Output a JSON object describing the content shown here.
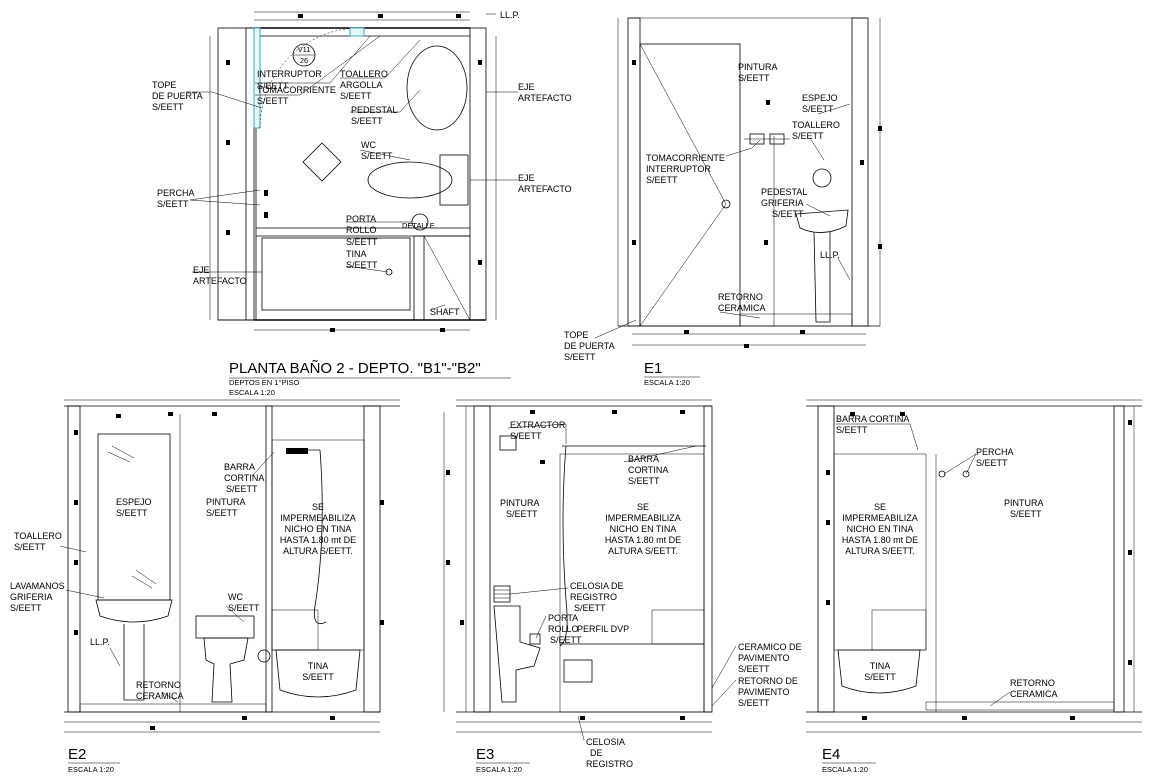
{
  "drawing": {
    "plan": {
      "title": "PLANTA BAÑO 2 - DEPTO. \"B1\"-\"B2\"",
      "subtitle1": "DEPTOS EN 1°PISO",
      "subtitle2": "ESCALA 1:20",
      "tag_top": "V11",
      "tag_bottom": "26",
      "labels": {
        "llp": "LL.P.",
        "tope1": "TOPE",
        "tope2": "DE PUERTA",
        "tope3": "S/EETT",
        "interruptor1": "INTERRUPTOR",
        "interruptor2": "S/EETT",
        "tomacorriente1": "TOMACORRIENTE",
        "tomacorriente2": "S/EETT",
        "toallero1": "TOALLERO",
        "toallero2": "ARGOLLA",
        "toallero3": "S/EETT",
        "pedestal1": "PEDESTAL",
        "pedestal2": "S/EETT",
        "eje1a": "EJE",
        "eje1b": "ARTEFACTO",
        "wc1": "WC",
        "wc2": "S/EETT",
        "eje2a": "EJE",
        "eje2b": "ARTEFACTO",
        "percha1": "PERCHA",
        "percha2": "S/EETT",
        "porta1": "PORTA",
        "porta2": "ROLLO",
        "porta3": "S/EETT",
        "detalle": "DETALLE",
        "tina1": "TINA",
        "tina2": "S/EETT",
        "eje3a": "EJE",
        "eje3b": "ARTEFACTO",
        "shaft": "SHAFT"
      }
    },
    "e1": {
      "title": "E1",
      "scale": "ESCALA 1:20",
      "labels": {
        "pintura1": "PINTURA",
        "pintura2": "S/EETT",
        "espejo1": "ESPEJO",
        "espejo2": "S/EETT",
        "toallero1": "TOALLERO",
        "toallero2": "S/EETT",
        "toma1": "TOMACORRIENTE",
        "toma2": "INTERRUPTOR",
        "toma3": "S/EETT",
        "pedestal1": "PEDESTAL",
        "pedestal2": "GRIFERIA",
        "pedestal3": "S/EETT",
        "llp": "LL.P.",
        "retorno1": "RETORNO",
        "retorno2": "CERAMICA",
        "tope1": "TOPE",
        "tope2": "DE PUERTA",
        "tope3": "S/EETT"
      }
    },
    "e2": {
      "title": "E2",
      "scale": "ESCALA 1:20",
      "labels": {
        "toallero1": "TOALLERO",
        "toallero2": "S/EETT",
        "espejo1": "ESPEJO",
        "espejo2": "S/EETT",
        "pintura1": "PINTURA",
        "pintura2": "S/EETT",
        "barra1": "BARRA",
        "barra2": "CORTINA",
        "barra3": "S/EETT",
        "se1": "SE",
        "se2": "IMPERMEABILIZA",
        "se3": "NICHO EN TINA",
        "se4": "HASTA 1.80 mt DE",
        "se5": "ALTURA S/EETT.",
        "lav1": "LAVAMANOS",
        "lav2": "GRIFERIA",
        "lav3": "S/EETT",
        "wc1": "WC",
        "wc2": "S/EETT",
        "llp": "LL.P.",
        "retorno1": "RETORNO",
        "retorno2": "CERAMICA",
        "tina1": "TINA",
        "tina2": "S/EETT"
      }
    },
    "e3": {
      "title": "E3",
      "scale": "ESCALA 1:20",
      "labels": {
        "extractor1": "EXTRACTOR",
        "extractor2": "S/EETT",
        "barra1": "BARRA",
        "barra2": "CORTINA",
        "barra3": "S/EETT",
        "pintura1": "PINTURA",
        "pintura2": "S/EETT",
        "se1": "SE",
        "se2": "IMPERMEABILIZA",
        "se3": "NICHO EN TINA",
        "se4": "HASTA 1.80 mt DE",
        "se5": "ALTURA S/EETT.",
        "celosia1": "CELOSIA DE",
        "celosia2": "REGISTRO",
        "celosia3": "S/EETT",
        "porta1": "PORTA",
        "porta2": "ROLLO",
        "perfil": "PERFIL DVP",
        "porta3": "S/EETT",
        "ceramico1": "CERAMICO DE",
        "ceramico2": "PAVIMENTO",
        "ceramico3": "S/EETT",
        "retorno1": "RETORNO DE",
        "retorno2": "PAVIMENTO",
        "retorno3": "S/EETT",
        "celb1": "CELOSIA",
        "celb2": "DE",
        "celb3": "REGISTRO"
      }
    },
    "e4": {
      "title": "E4",
      "scale": "ESCALA 1:20",
      "labels": {
        "barra1": "BARRA CORTINA",
        "barra2": "S/EETT",
        "percha1": "PERCHA",
        "percha2": "S/EETT",
        "se1": "SE",
        "se2": "IMPERMEABILIZA",
        "se3": "NICHO EN TINA",
        "se4": "HASTA 1.80 mt DE",
        "se5": "ALTURA S/EETT.",
        "pintura1": "PINTURA",
        "pintura2": "S/EETT",
        "tina1": "TINA",
        "tina2": "S/EETT",
        "retorno1": "RETORNO",
        "retorno2": "CERAMICA"
      }
    }
  }
}
